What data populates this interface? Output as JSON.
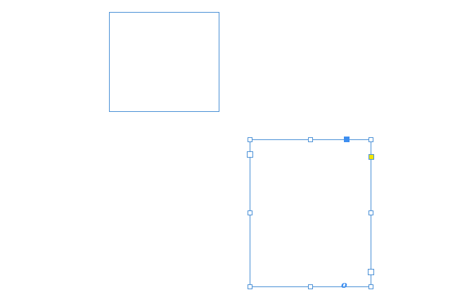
{
  "canvas": {
    "frames": [
      {
        "id": "frame-1",
        "selected": false
      },
      {
        "id": "frame-2",
        "selected": true
      }
    ],
    "selection_color": "#4a90d6",
    "out_port": {
      "icon": "overflow-out-port-icon",
      "glyph": "o",
      "color": "#3d8ef0"
    },
    "in_port": {
      "icon": "text-in-port-icon",
      "color": "#3d8ef0"
    },
    "corner_handle": {
      "icon": "live-corner-handle-icon",
      "color": "#f2e600"
    }
  }
}
